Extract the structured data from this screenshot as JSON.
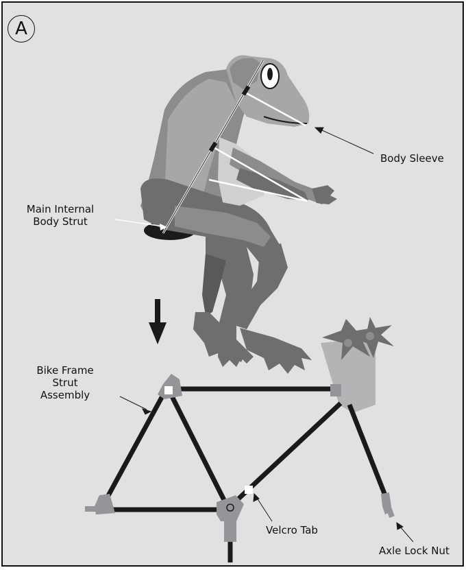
{
  "panel": {
    "badge": "A"
  },
  "labels": {
    "body_sleeve": "Body Sleeve",
    "main_strut_line1": "Main Internal",
    "main_strut_line2": "Body Strut",
    "bike_frame_line1": "Bike Frame",
    "bike_frame_line2": "Strut",
    "bike_frame_line3": "Assembly",
    "velcro_tab": "Velcro Tab",
    "axle_lock_nut": "Axle Lock Nut"
  },
  "colors": {
    "background": "#e0e1e1",
    "frog_dark": "#6d6e70",
    "frog_mid": "#8b8c8e",
    "frog_light": "#a6a7a9",
    "frame_tube": "#1a1a1a",
    "joint_gray": "#939598",
    "velcro": "#ffffff"
  }
}
